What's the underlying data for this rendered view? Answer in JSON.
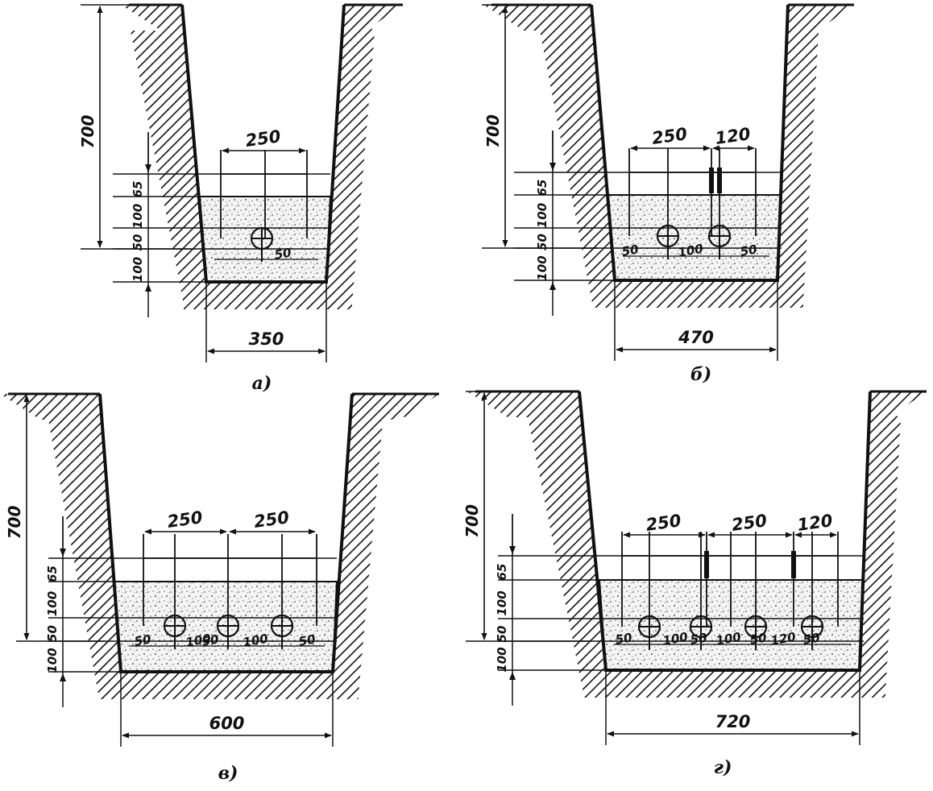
{
  "colors": {
    "ink": "#111111",
    "paper": "#ffffff",
    "concrete": "#f4f4f4"
  },
  "panels": [
    {
      "caption": "а)",
      "depth": "700",
      "bottom_width": "350",
      "left_stack": [
        "100",
        "50",
        "100",
        "65"
      ],
      "top_spacings": [
        "250"
      ],
      "inner_dims": [
        "50"
      ]
    },
    {
      "caption": "б)",
      "depth": "700",
      "bottom_width": "470",
      "left_stack": [
        "100",
        "50",
        "100",
        "65"
      ],
      "top_spacings": [
        "250",
        "120"
      ],
      "inner_dims": [
        "50",
        "100",
        "50"
      ]
    },
    {
      "caption": "в)",
      "depth": "700",
      "bottom_width": "600",
      "left_stack": [
        "100",
        "50",
        "100",
        "65"
      ],
      "top_spacings": [
        "250",
        "250"
      ],
      "inner_dims": [
        "50",
        "100",
        "50",
        "100",
        "50"
      ]
    },
    {
      "caption": "г)",
      "depth": "700",
      "bottom_width": "720",
      "left_stack": [
        "100",
        "50",
        "100",
        "65"
      ],
      "top_spacings": [
        "250",
        "250",
        "120"
      ],
      "inner_dims": [
        "50",
        "100",
        "50",
        "100",
        "50",
        "120",
        "50"
      ]
    }
  ]
}
